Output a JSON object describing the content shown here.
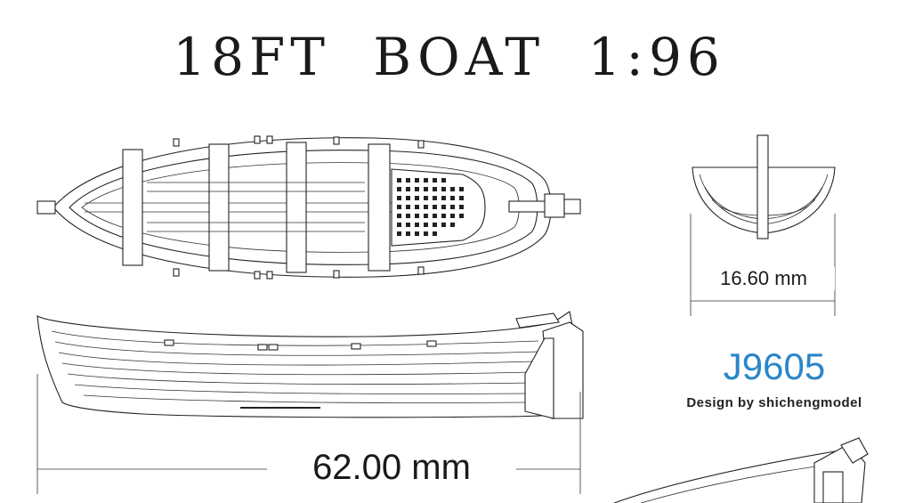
{
  "title": "18FT  BOAT  1:96",
  "dimensions": {
    "length": "62.00 mm",
    "beam": "16.60 mm"
  },
  "model_code": "J9605",
  "credit": "Design by shichengmodel"
}
